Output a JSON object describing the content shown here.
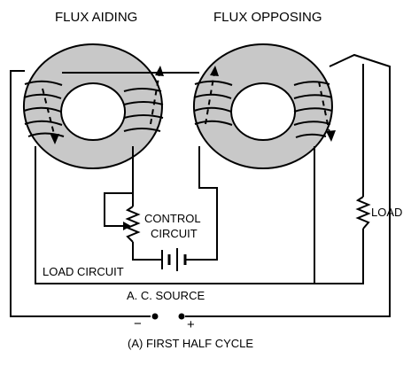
{
  "labels": {
    "flux_aiding": "FLUX AIDING",
    "flux_opposing": "FLUX OPPOSING",
    "load": "LOAD",
    "control": "CONTROL",
    "circuit": "CIRCUIT",
    "load_circuit": "LOAD CIRCUIT",
    "ac_source": "A. C. SOURCE",
    "minus": "−",
    "plus": "+",
    "caption": "(A) FIRST HALF CYCLE"
  },
  "colors": {
    "core_fill": "#c8c8c8",
    "line": "#000000",
    "background": "#ffffff"
  }
}
